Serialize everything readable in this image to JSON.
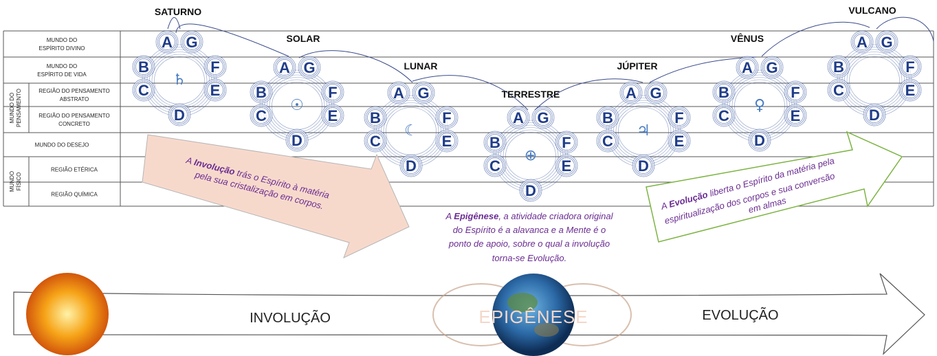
{
  "rows": [
    {
      "label": "MUNDO DO\nESPÍRITO DIVINO"
    },
    {
      "label": "MUNDO DO\nESPÍRITO DE VIDA"
    },
    {
      "label": "REGIÃO DO PENSAMENTO\nABSTRATO"
    },
    {
      "label": "REGIÃO DO PENSAMENTO\nCONCRETO"
    },
    {
      "label": "MUNDO DO DESEJO"
    },
    {
      "label": "REGIÃO ETÉRICA"
    },
    {
      "label": "REGIÃO QUÍMICA"
    }
  ],
  "groups": {
    "pensamento": "MUNDO DO\nPENSAMENTO",
    "fisico": "MUNDO\nFÍSICO"
  },
  "periods": [
    {
      "name": "SATURNO",
      "symbol": "♄"
    },
    {
      "name": "SOLAR",
      "symbol": "☉"
    },
    {
      "name": "LUNAR",
      "symbol": "☾"
    },
    {
      "name": "TERRESTRE",
      "symbol": "⊕"
    },
    {
      "name": "JÚPITER",
      "symbol": "♃"
    },
    {
      "name": "VÊNUS",
      "symbol": "♀"
    },
    {
      "name": "VULCANO",
      "symbol": ""
    }
  ],
  "globe_letters": [
    "A",
    "G",
    "B",
    "F",
    "C",
    "E",
    "D"
  ],
  "involution_banner": {
    "pre": "A ",
    "bold": "Involução",
    "post": " trás o Espírito à matéria",
    "line2": "pela sua cristalização em corpos."
  },
  "evolution_banner": {
    "pre": "A ",
    "bold": "Evolução",
    "post": " liberta o Espírito da matéria pela",
    "line2": "espiritualização dos corpos e sua conversão",
    "line3": "em almas"
  },
  "epigenesis_note": {
    "pre": "A ",
    "bold": "Epigênese",
    "post": ", a atividade criadora original",
    "line2": "do Espírito é a alavanca e a Mente é o",
    "line3": "ponto de apoio, sobre o qual a involução",
    "line4": "torna-se Evolução."
  },
  "bottom_arrow": {
    "left": "INVOLUÇÃO",
    "center": "EPIGÊNESE",
    "right": "EVOLUÇÃO"
  },
  "colors": {
    "grid": "#555555",
    "globe": "#2f4f9a",
    "letter": "#1f3c88",
    "involution_fill": "#f7d9cc",
    "evolution_stroke": "#7cb342",
    "purple": "#6a2c91"
  }
}
